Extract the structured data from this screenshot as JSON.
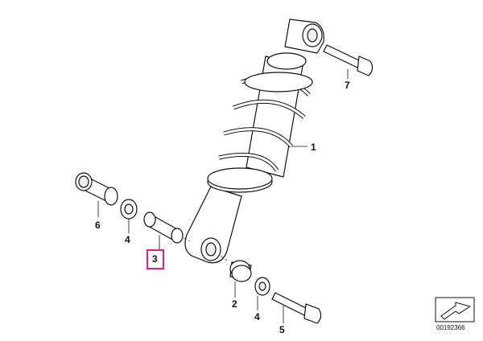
{
  "callouts": [
    {
      "id": "1",
      "label": "1"
    },
    {
      "id": "2",
      "label": "2"
    },
    {
      "id": "3",
      "label": "3"
    },
    {
      "id": "4a",
      "label": "4"
    },
    {
      "id": "4b",
      "label": "4"
    },
    {
      "id": "5",
      "label": "5"
    },
    {
      "id": "6",
      "label": "6"
    },
    {
      "id": "7",
      "label": "7"
    }
  ],
  "highlighted_callout": "3",
  "diagram_code": "00192366",
  "colors": {
    "highlight": "#e0208a",
    "line": "#111111",
    "part_fill": "#ffffff"
  }
}
